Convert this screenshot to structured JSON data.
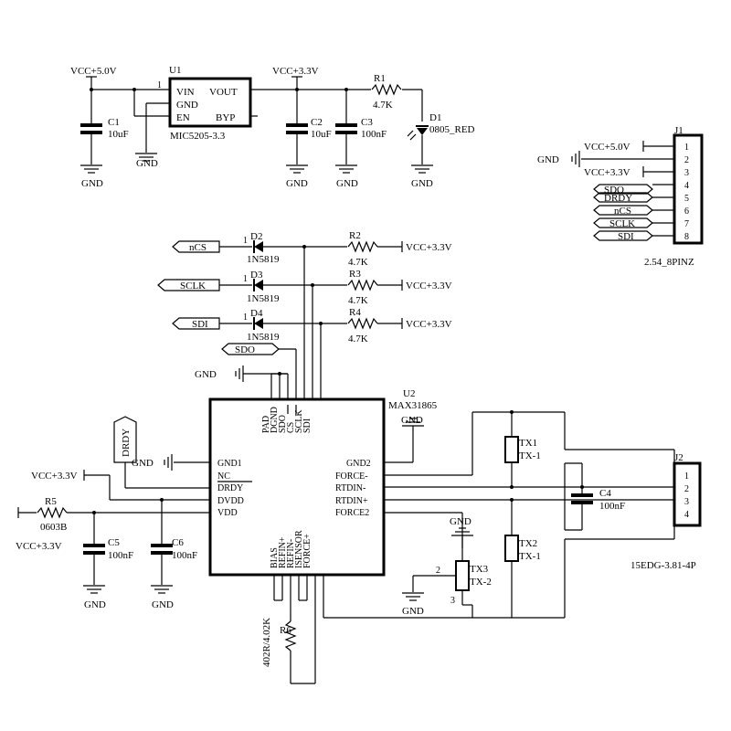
{
  "power": {
    "vcc50": "VCC+5.0V",
    "vcc33": "VCC+3.3V",
    "gnd": "GND"
  },
  "u1": {
    "ref": "U1",
    "part": "MIC5205-3.3",
    "pin1": "1",
    "pins": {
      "vin": "VIN",
      "vout": "VOUT",
      "gnd": "GND",
      "en": "EN",
      "byp": "BYP"
    }
  },
  "c1": {
    "ref": "C1",
    "value": "10uF"
  },
  "c2": {
    "ref": "C2",
    "value": "10uF"
  },
  "c3": {
    "ref": "C3",
    "value": "100nF"
  },
  "c4": {
    "ref": "C4",
    "value": "100nF"
  },
  "c5": {
    "ref": "C5",
    "value": "100nF"
  },
  "c6": {
    "ref": "C6",
    "value": "100nF"
  },
  "r1": {
    "ref": "R1",
    "value": "4.7K"
  },
  "r2": {
    "ref": "R2",
    "value": "4.7K"
  },
  "r3": {
    "ref": "R3",
    "value": "4.7K"
  },
  "r4": {
    "ref": "R4",
    "value": "4.7K"
  },
  "r5": {
    "ref": "R5",
    "value": "0603B"
  },
  "r6": {
    "ref": "R6",
    "value": "402R/4.02K"
  },
  "d1": {
    "ref": "D1",
    "value": "0805_RED"
  },
  "d2": {
    "ref": "D2",
    "value": "1N5819",
    "pin": "1"
  },
  "d3": {
    "ref": "D3",
    "value": "1N5819",
    "pin": "1"
  },
  "d4": {
    "ref": "D4",
    "value": "1N5819",
    "pin": "1"
  },
  "nets": {
    "ncs": "nCS",
    "sclk": "SCLK",
    "sdi": "SDI",
    "sdo": "SDO",
    "drdy": "DRDY"
  },
  "j1": {
    "ref": "J1",
    "part": "2.54_8PINZ",
    "pins": [
      {
        "num": "1",
        "label": "VCC+5.0V"
      },
      {
        "num": "2",
        "label": "GND"
      },
      {
        "num": "3",
        "label": "VCC+3.3V"
      },
      {
        "num": "4",
        "label": "SDO"
      },
      {
        "num": "5",
        "label": "DRDY"
      },
      {
        "num": "6",
        "label": "nCS"
      },
      {
        "num": "7",
        "label": "SCLK"
      },
      {
        "num": "8",
        "label": "SDI"
      }
    ]
  },
  "j2": {
    "ref": "J2",
    "part": "15EDG-3.81-4P",
    "pins": [
      "1",
      "2",
      "3",
      "4"
    ]
  },
  "u2": {
    "ref": "U2",
    "part": "MAX31865",
    "top_pins": [
      "PAD",
      "DGND",
      "SDO",
      "CS",
      "SCLK",
      "SDI"
    ],
    "left_pins": [
      "GND1",
      "NC",
      "DRDY",
      "DVDD",
      "VDD"
    ],
    "right_pins": [
      "GND2",
      "FORCE-",
      "RTDIN-",
      "RTDIN+",
      "FORCE2"
    ],
    "bottom_pins": [
      "BIAS",
      "REFIN+",
      "REFIN-",
      "ISENSOR",
      "FORCE+"
    ]
  },
  "tx1": {
    "ref": "TX1",
    "value": "TX-1"
  },
  "tx2": {
    "ref": "TX2",
    "value": "TX-1"
  },
  "tx3": {
    "ref": "TX3",
    "value": "TX-2",
    "pin2": "2",
    "pin3": "3"
  }
}
